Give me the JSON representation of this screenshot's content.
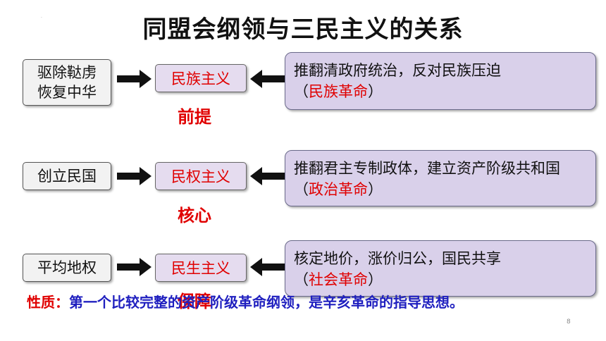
{
  "title": "同盟会纲领与三民主义的关系",
  "rows": [
    {
      "left_lines": [
        "驱除鞑虏",
        "恢复中华"
      ],
      "principle": "民族主义",
      "desc_text": "推翻清政府统治，反对民族压迫",
      "desc_open": "（",
      "desc_highlight": "民族革命",
      "desc_close": "）",
      "sub_label": "前提"
    },
    {
      "left_lines": [
        "创立民国"
      ],
      "principle": "民权主义",
      "desc_text": "推翻君主专制政体，建立资产阶级共和国",
      "desc_open": "（",
      "desc_highlight": "政治革命",
      "desc_close": "）",
      "sub_label": "核心"
    },
    {
      "left_lines": [
        "平均地权"
      ],
      "principle": "民生主义",
      "desc_text": "核定地价，涨价归公，国民共享",
      "desc_open": "（",
      "desc_highlight": "社会革命",
      "desc_close": "）",
      "sub_label": "保障"
    }
  ],
  "footer": {
    "label": "性质：",
    "text": "第一个比较完整的资产阶级革命纲领，是辛亥革命的指导思想。"
  },
  "page_number": "8",
  "colors": {
    "title": "#111111",
    "highlight_red": "#e00000",
    "footer_blue": "#1f1fbf",
    "principle_box": "#e5dcef",
    "desc_box": "#d9d0ea",
    "left_box": "#f2f2f2"
  }
}
